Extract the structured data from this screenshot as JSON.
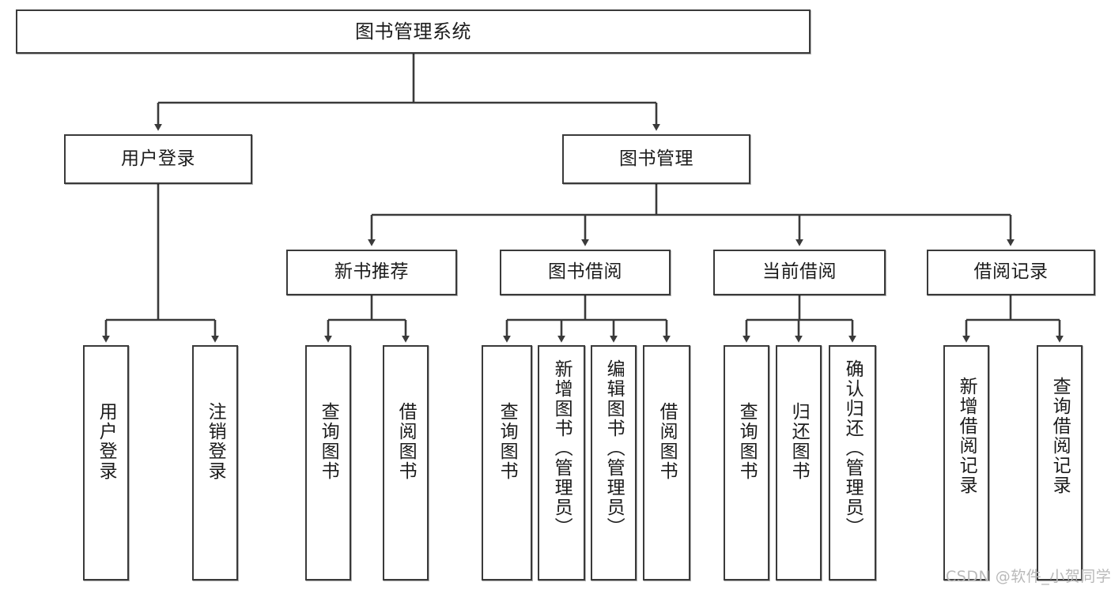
{
  "diagram": {
    "title": "图书管理系统",
    "type": "tree",
    "line_color": "#3a3a3a",
    "box_fill": "#ffffff",
    "text_color": "#1c1c1c",
    "watermark": "CSDN @软件_小贺同学",
    "watermark_color": "#b9b9b9"
  },
  "nodes": {
    "root": {
      "label": "图书管理系统"
    },
    "level2": [
      {
        "id": "user-login",
        "label": "用户登录"
      },
      {
        "id": "book-manage",
        "label": "图书管理"
      }
    ],
    "level3": [
      {
        "id": "new-book-recommend",
        "label": "新书推荐"
      },
      {
        "id": "book-borrow",
        "label": "图书借阅"
      },
      {
        "id": "current-borrow",
        "label": "当前借阅"
      },
      {
        "id": "borrow-record",
        "label": "借阅记录"
      }
    ],
    "leaves": {
      "user_login": [
        {
          "id": "leaf-user-login",
          "label": "用户登录"
        },
        {
          "id": "leaf-logout-login",
          "label": "注销登录"
        }
      ],
      "new_book_recommend": [
        {
          "id": "leaf-query-book-1",
          "label": "查询图书"
        },
        {
          "id": "leaf-borrow-book-1",
          "label": "借阅图书"
        }
      ],
      "book_borrow": [
        {
          "id": "leaf-query-book-2",
          "label": "查询图书"
        },
        {
          "id": "leaf-add-book",
          "label": "新增图书（管理员）"
        },
        {
          "id": "leaf-edit-book",
          "label": "编辑图书（管理员）"
        },
        {
          "id": "leaf-borrow-book-2",
          "label": "借阅图书"
        }
      ],
      "current_borrow": [
        {
          "id": "leaf-query-book-3",
          "label": "查询图书"
        },
        {
          "id": "leaf-return-book",
          "label": "归还图书"
        },
        {
          "id": "leaf-confirm-return",
          "label": "确认归还（管理员）"
        }
      ],
      "borrow_record": [
        {
          "id": "leaf-add-record",
          "label": "新增借阅记录"
        },
        {
          "id": "leaf-query-record",
          "label": "查询借阅记录"
        }
      ]
    }
  }
}
